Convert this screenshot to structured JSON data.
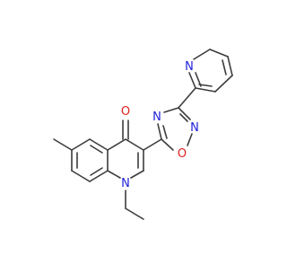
{
  "molecule": {
    "atom_labels": {
      "ketone_oxygen": "O",
      "ring_nitrogen": "N",
      "oxadiazole_nitrogen_upper": "N",
      "oxadiazole_nitrogen_lower": "N",
      "oxadiazole_oxygen": "O",
      "pyridine_nitrogen": "N"
    },
    "colors": {
      "bond": "#3c3c3c",
      "nitrogen": "#1f1fd9",
      "oxygen": "#e02020"
    }
  }
}
